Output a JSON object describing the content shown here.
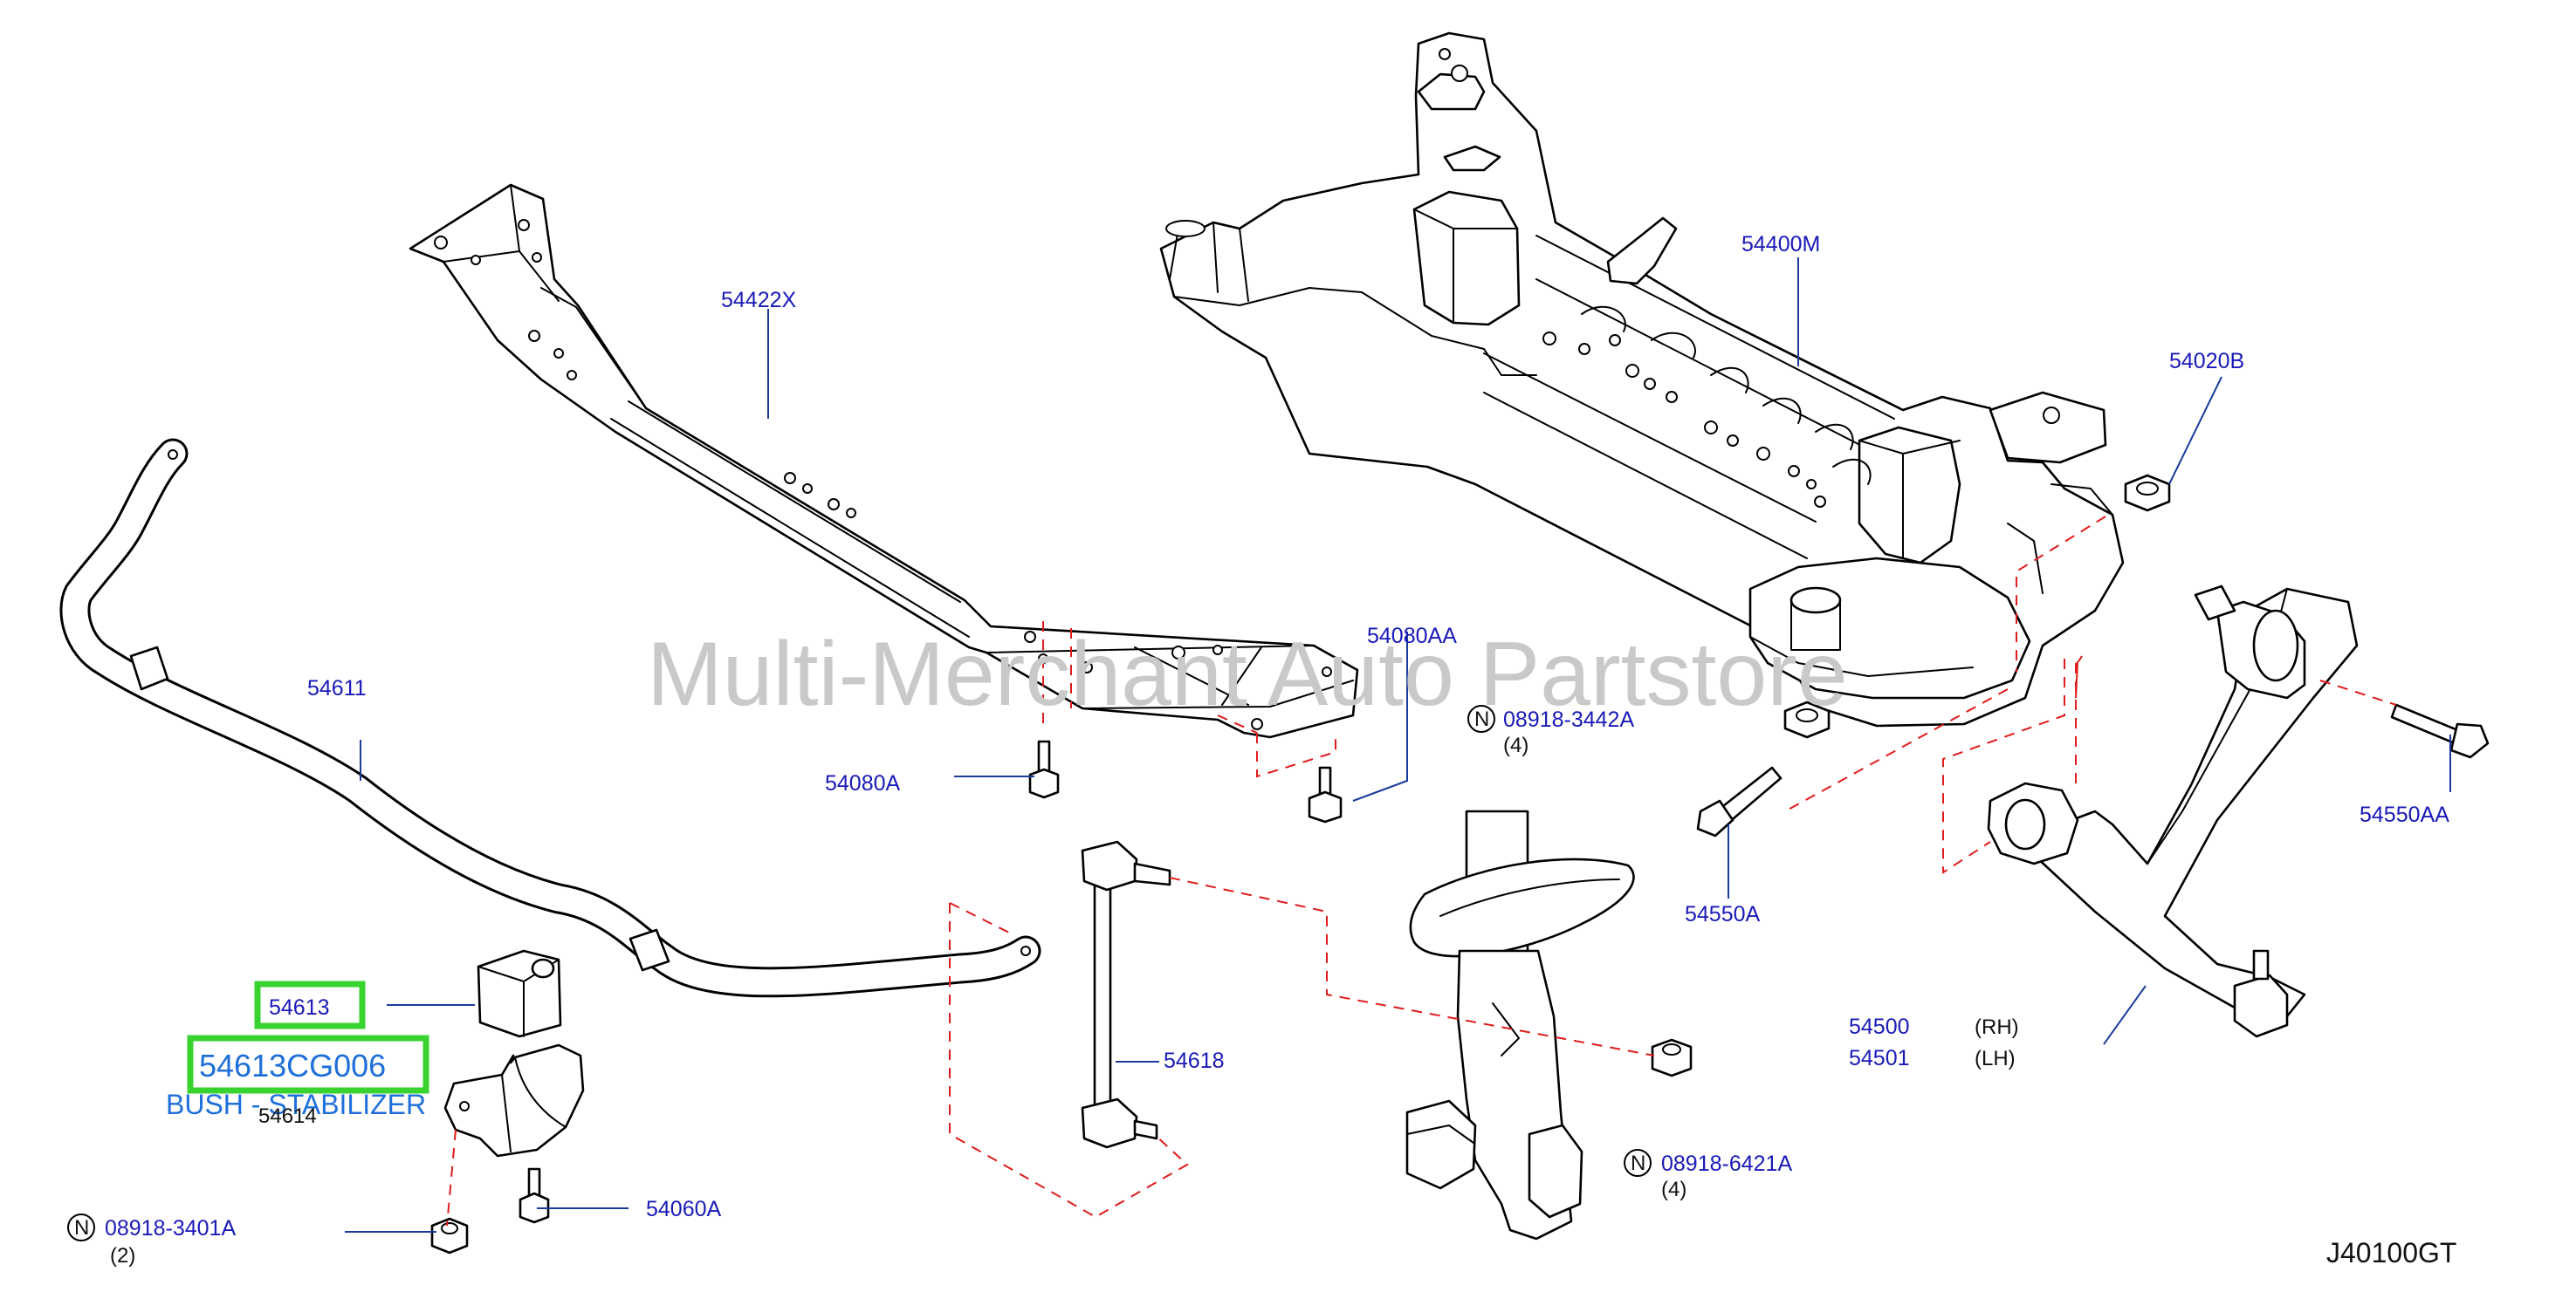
{
  "watermark": "Multi-Merchant Auto Partstore",
  "diagram_code": "J40100GT",
  "labels": {
    "p54422X": "54422X",
    "p54400M": "54400M",
    "p54020B": "54020B",
    "p54611": "54611",
    "p54080AA": "54080AA",
    "p54080A": "54080A",
    "n08918_3442A": "08918-3442A",
    "q08918_3442A": "(4)",
    "p54550AA": "54550AA",
    "p54550A": "54550A",
    "p54613": "54613",
    "p54613CG006": "54613CG006",
    "bush_desc": "BUSH - STABILIZER",
    "p54614": "54614",
    "p54618": "54618",
    "p54500": "54500",
    "rh": "(RH)",
    "p54501": "54501",
    "lh": "(LH)",
    "n08918_6421A": "08918-6421A",
    "q08918_6421A": "(4)",
    "n08918_3401A": "08918-3401A",
    "q08918_3401A": "(2)",
    "p54060A": "54060A",
    "n_symbol": "N"
  },
  "colors": {
    "label_blue": "#1a1ab8",
    "highlight_blue": "#1e6fd9",
    "highlight_green": "#39d330",
    "dashed_red": "#e01b1b",
    "watermark_gray": "#c9c9c9"
  }
}
